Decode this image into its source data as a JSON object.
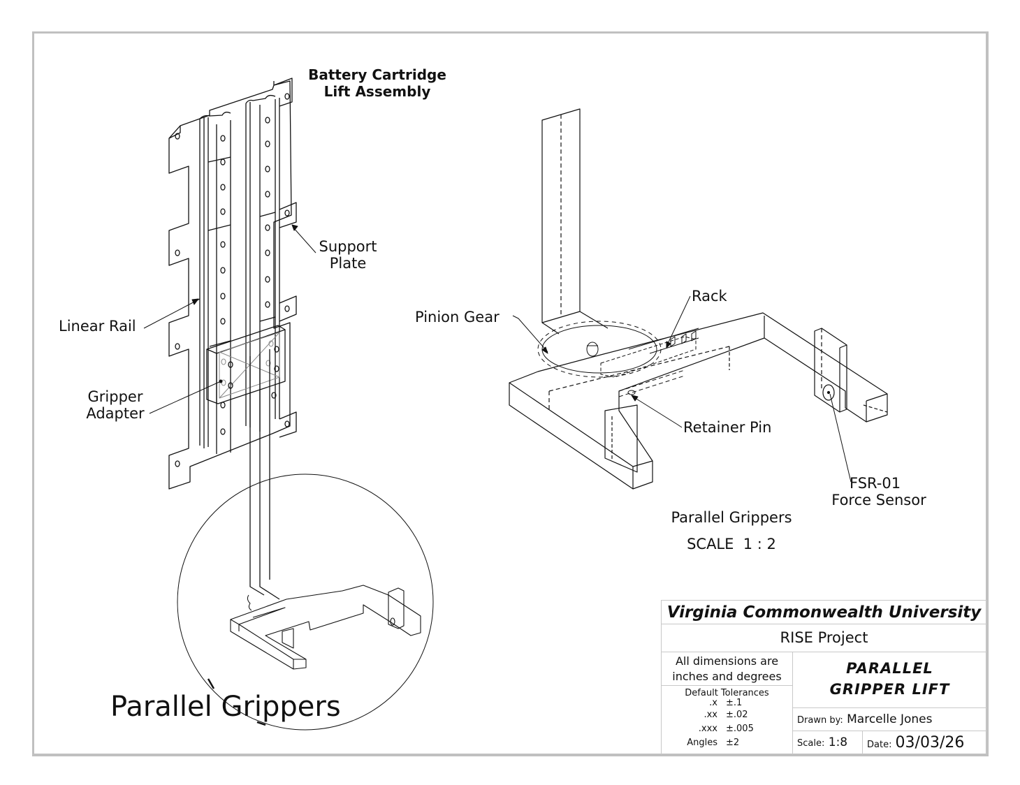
{
  "drawing": {
    "assembly_title_line1": "Battery Cartridge",
    "assembly_title_line2": "Lift Assembly",
    "labels": {
      "support_plate_line1": "Support",
      "support_plate_line2": "Plate",
      "linear_rail": "Linear Rail",
      "gripper_adapter_line1": "Gripper",
      "gripper_adapter_line2": "Adapter",
      "pinion_gear": "Pinion Gear",
      "rack": "Rack",
      "retainer_pin": "Retainer Pin",
      "force_sensor_line1": "FSR-01",
      "force_sensor_line2": "Force Sensor"
    },
    "detail_view": {
      "caption": "Parallel Grippers",
      "view_name": "Parallel Grippers",
      "view_scale": "SCALE  1 : 2"
    }
  },
  "title_block": {
    "university": "Virginia Commonwealth University",
    "project": "RISE Project",
    "units_line1": "All dimensions are",
    "units_line2": "inches and degrees",
    "tolerances_header": "Default Tolerances",
    "tolerances": [
      {
        "key": ".x",
        "value": "±.1"
      },
      {
        "key": ".xx",
        "value": "±.02"
      },
      {
        "key": ".xxx",
        "value": "±.005"
      },
      {
        "key": "Angles",
        "value": "±2"
      }
    ],
    "drawing_title_line1": "PARALLEL",
    "drawing_title_line2": "GRIPPER LIFT",
    "drawn_by_label": "Drawn by:",
    "drawn_by": "Marcelle Jones",
    "scale_label": "Scale:",
    "scale": "1:8",
    "date_label": "Date:",
    "date": "03/03/26"
  },
  "colors": {
    "border": "#c0c0c0",
    "line": "#111111",
    "hidden_line": "#111111",
    "transparent_part": "#888888"
  }
}
